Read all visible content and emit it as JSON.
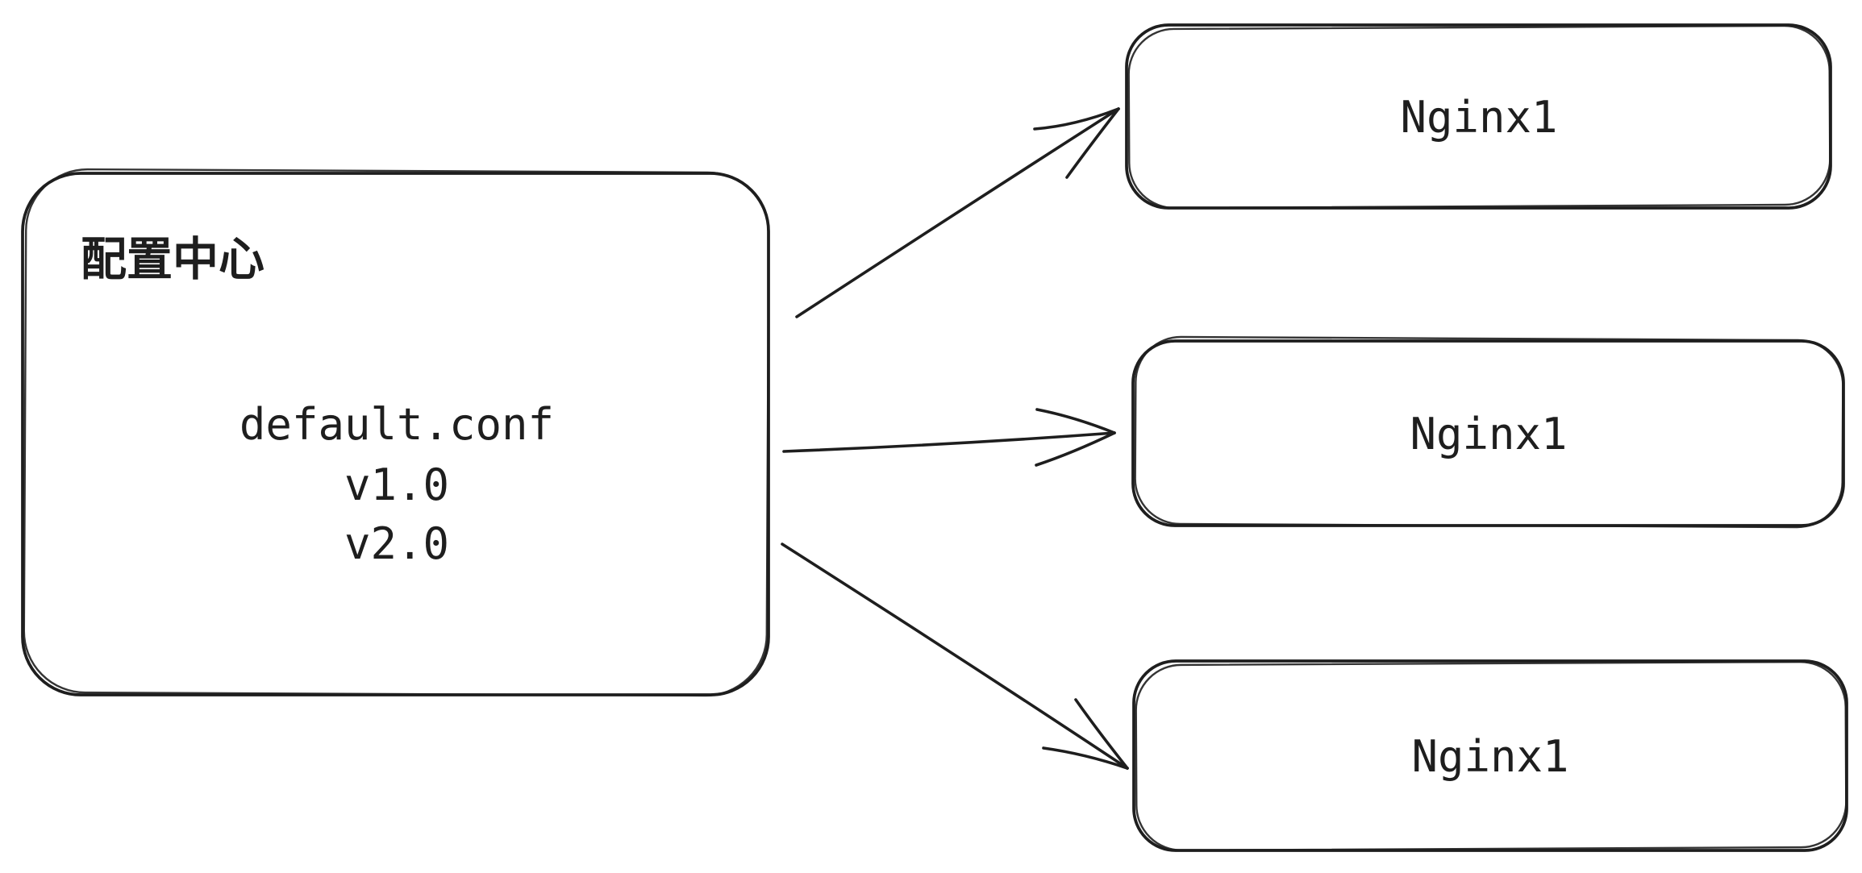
{
  "canvas": {
    "background_color": "#ffffff",
    "stroke_color": "#1e1e1e"
  },
  "nodes": {
    "config_center": {
      "title": "配置中心",
      "lines": [
        "default.conf",
        "v1.0",
        "v2.0"
      ]
    },
    "nginx_top": {
      "label": "Nginx1"
    },
    "nginx_middle": {
      "label": "Nginx1"
    },
    "nginx_bottom": {
      "label": "Nginx1"
    }
  },
  "edges": [
    {
      "from": "config_center",
      "to": "nginx_top",
      "style": "arrow"
    },
    {
      "from": "config_center",
      "to": "nginx_middle",
      "style": "arrow"
    },
    {
      "from": "config_center",
      "to": "nginx_bottom",
      "style": "arrow"
    }
  ]
}
